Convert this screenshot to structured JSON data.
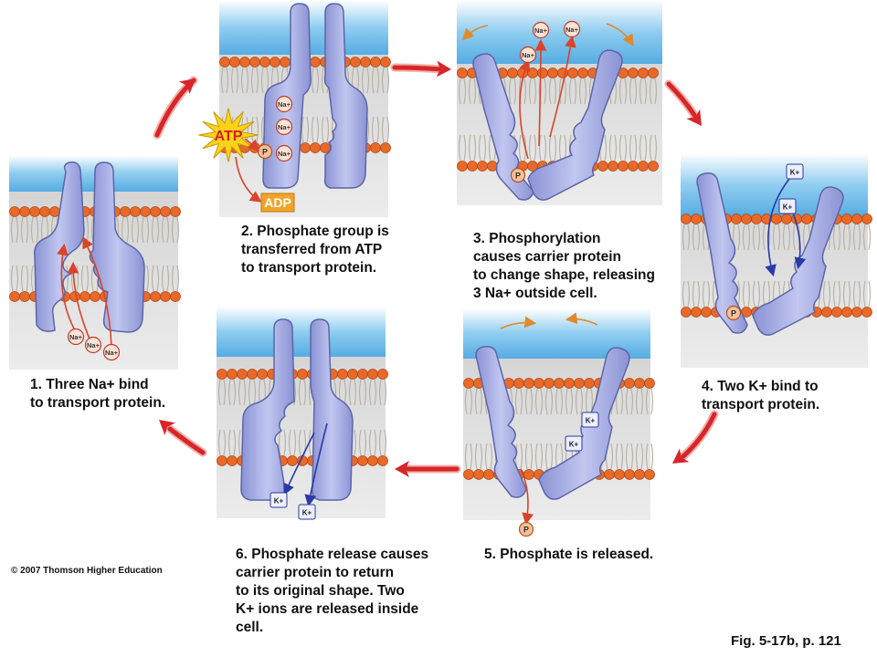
{
  "captions": {
    "step1": "1. Three Na+ bind\nto transport protein.",
    "step2": "2. Phosphate group is\ntransferred from ATP\nto transport protein.",
    "step3": "3. Phosphorylation\ncauses carrier protein\nto change shape, releasing\n3 Na+ outside cell.",
    "step4": "4. Two K+ bind to\ntransport protein.",
    "step5": "5. Phosphate is released.",
    "step6": "6. Phosphate release causes\ncarrier protein to return\nto its original shape. Two\nK+ ions are released inside\ncell."
  },
  "labels": {
    "atp": "ATP",
    "adp": "ADP",
    "phosphate": "P",
    "na": "Na+",
    "k": "K+"
  },
  "footer": {
    "copyright": "© 2007 Thomson Higher Education",
    "figure": "Fig. 5-17b, p. 121"
  },
  "colors": {
    "extracellular": "#5fb4e6",
    "cytoplasm": "#d6d6d6",
    "protein": "#a6ace0",
    "protein_edge": "#5c66a8",
    "lipid_head": "#e8692a",
    "na_arrow": "#d9442a",
    "k_arrow": "#2a3aa6",
    "flow_arrow": "#d6262a",
    "atp_burst": "#ffd21a",
    "adp_box": "#f0a428"
  }
}
